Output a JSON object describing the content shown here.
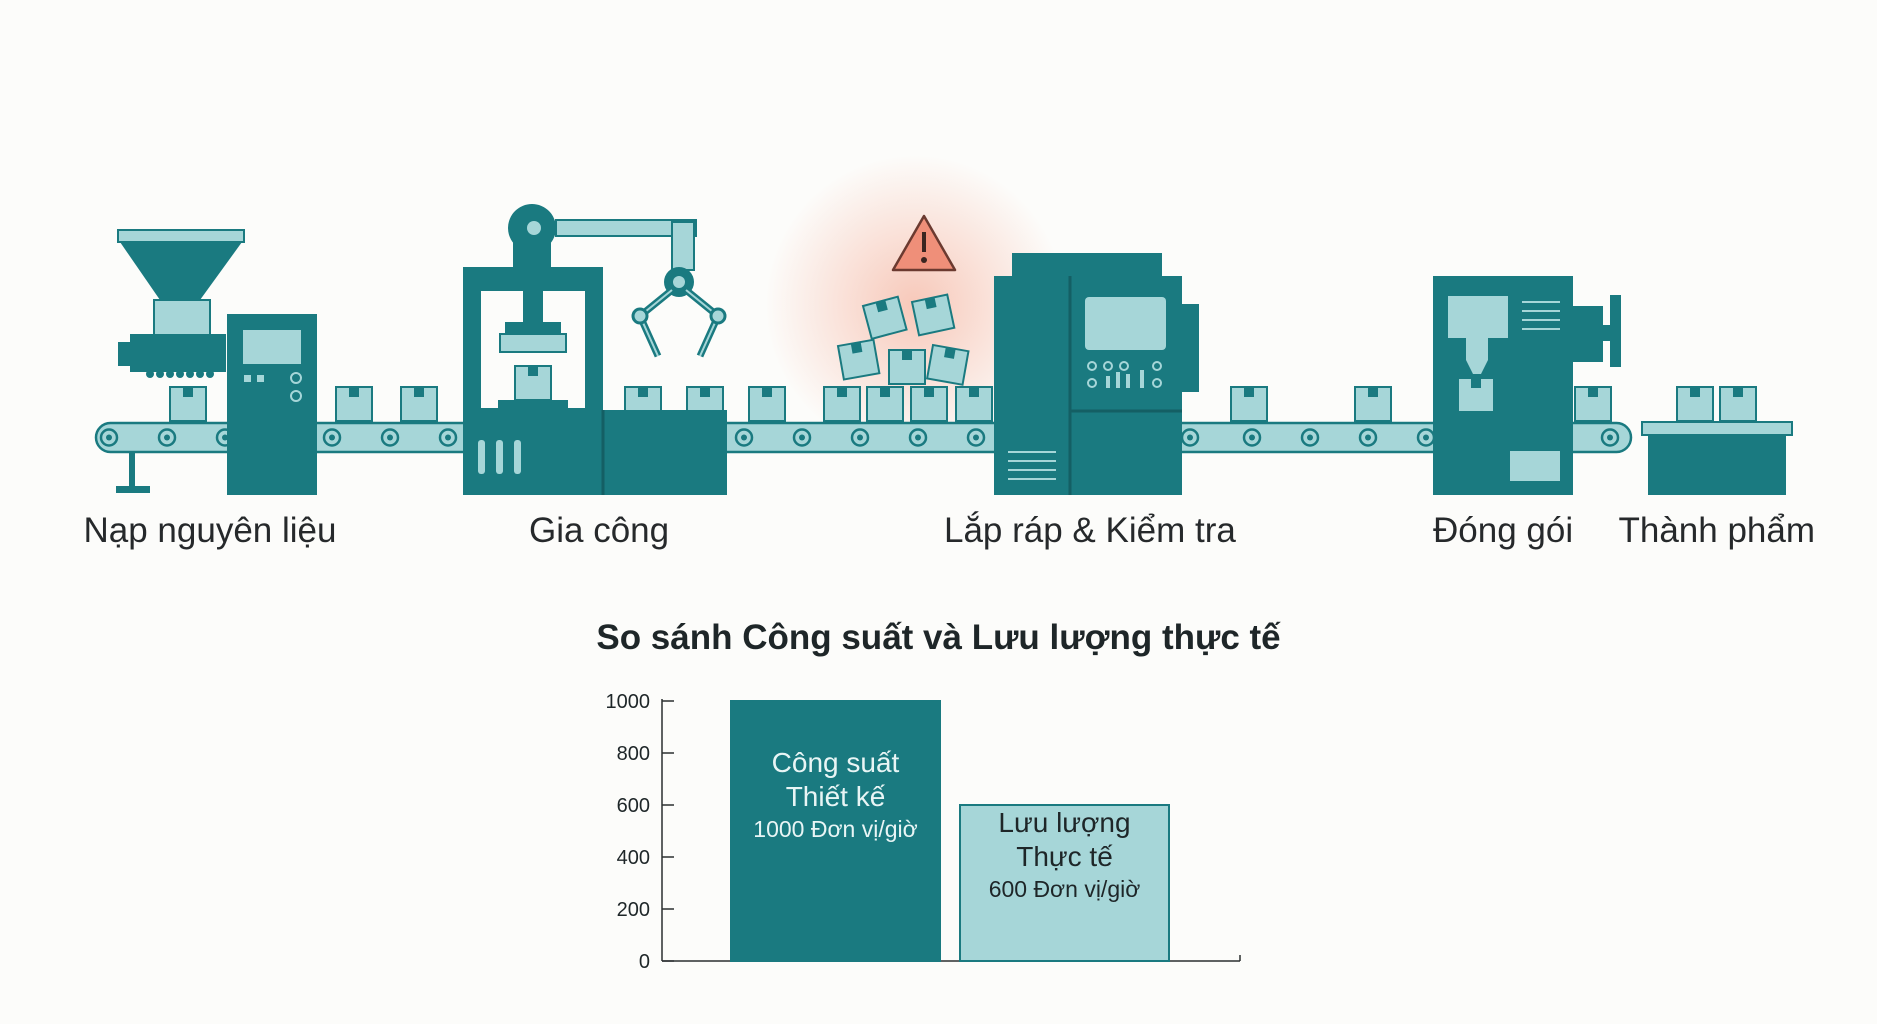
{
  "diagram": {
    "stages": [
      {
        "id": "feed",
        "label": "Nạp nguyên liệu"
      },
      {
        "id": "process",
        "label": "Gia công"
      },
      {
        "id": "assembly",
        "label": "Lắp ráp & Kiểm tra"
      },
      {
        "id": "packing",
        "label": "Đóng gói"
      },
      {
        "id": "finished",
        "label": "Thành phẩm"
      }
    ],
    "bottleneck_stage": "assembly",
    "icons": [
      "hopper-icon",
      "robot-arm-icon",
      "warning-icon",
      "box-icon",
      "conveyor-icon"
    ],
    "colors": {
      "machine": "#1a7a80",
      "machine_dark": "#145f64",
      "light": "#a6d6d8",
      "warning": "#ef8f79"
    }
  },
  "chart_data": {
    "type": "bar",
    "title": "So sánh Công suất và Lưu lượng thực tế",
    "categories": [
      "Công suất Thiết kế",
      "Lưu lượng Thực tế"
    ],
    "values": [
      1000,
      600
    ],
    "bar_labels": [
      {
        "line1": "Công suất",
        "line2": "Thiết kế",
        "line3": "1000 Đơn vị/giờ"
      },
      {
        "line1": "Lưu lượng",
        "line2": "Thực tế",
        "line3": "600 Đơn vị/giờ"
      }
    ],
    "bar_colors": [
      "#1a7a80",
      "#a6d6d8"
    ],
    "ylim": [
      0,
      1000
    ],
    "yticks": [
      0,
      200,
      400,
      600,
      800,
      1000
    ],
    "xlabel": "",
    "ylabel": "",
    "grid": false
  }
}
